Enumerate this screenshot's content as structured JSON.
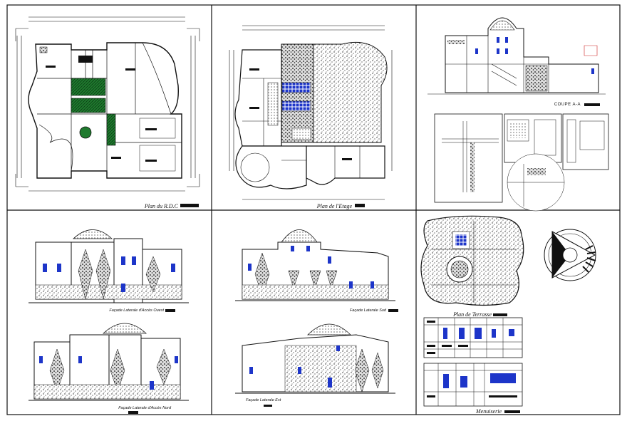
{
  "colors": {
    "ink": "#111111",
    "hatch_green": "#1f7a2e",
    "glazing_blue": "#1d35c9",
    "accent_red": "#cc2222",
    "paper": "#ffffff"
  },
  "panels": {
    "ground_floor_plan": {
      "title": "Plan du R.D.C"
    },
    "first_floor_plan": {
      "title": "Plan de l'Etage"
    },
    "section": {
      "title": "COUPE  A-A"
    },
    "west_facade": {
      "title": "Façade Laterale d'Accès Ouest"
    },
    "south_facade": {
      "title": "Façade Laterale Sud"
    },
    "north_facade": {
      "title": "Façade Laterale d'Accès Nord"
    },
    "east_facade": {
      "title": "Façade Laterale Est"
    },
    "terrace_plan": {
      "title": "Plan de Terrasse"
    },
    "joinery": {
      "title": "Menuiserie"
    }
  },
  "icons": {
    "north_arrow": "compass-icon"
  }
}
